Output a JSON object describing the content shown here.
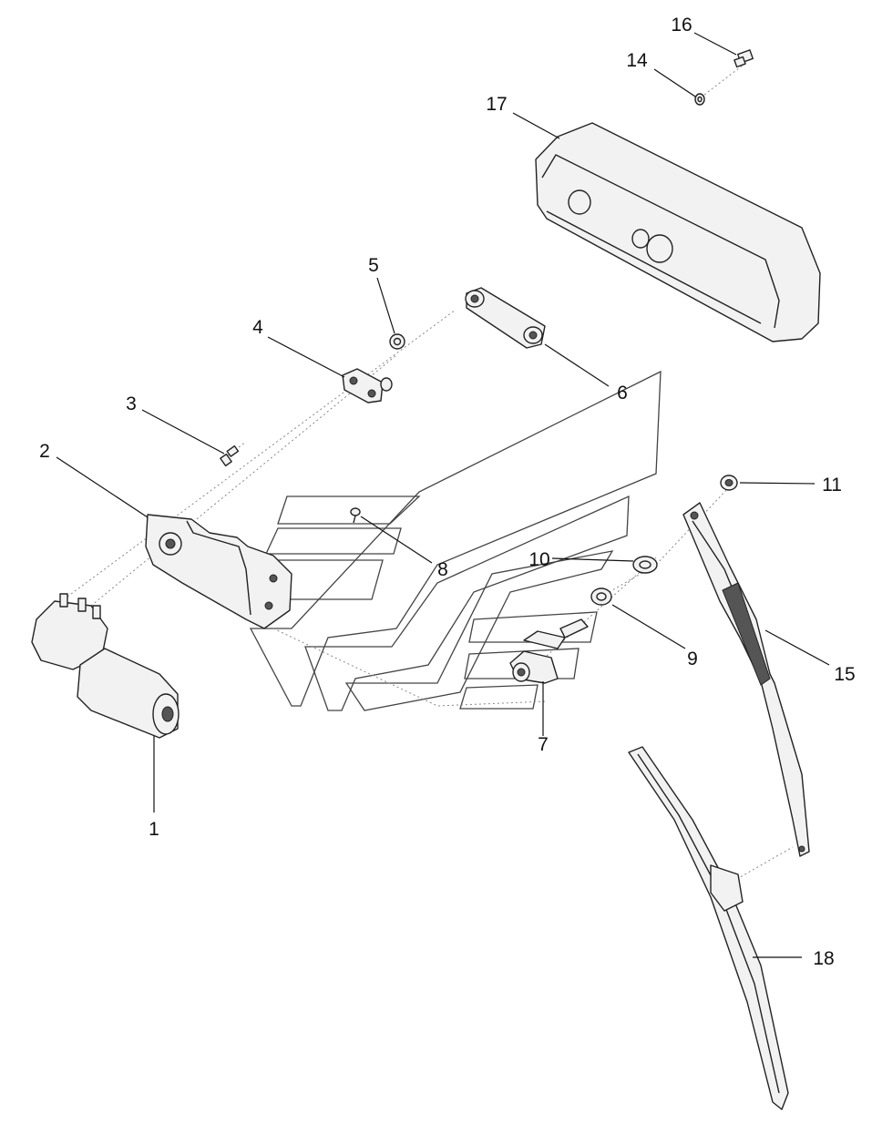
{
  "callouts": [
    {
      "id": "1",
      "label": "1"
    },
    {
      "id": "2",
      "label": "2"
    },
    {
      "id": "3",
      "label": "3"
    },
    {
      "id": "4",
      "label": "4"
    },
    {
      "id": "5",
      "label": "5"
    },
    {
      "id": "6",
      "label": "6"
    },
    {
      "id": "7",
      "label": "7"
    },
    {
      "id": "8",
      "label": "8"
    },
    {
      "id": "9",
      "label": "9"
    },
    {
      "id": "10",
      "label": "10"
    },
    {
      "id": "11",
      "label": "11"
    },
    {
      "id": "14",
      "label": "14"
    },
    {
      "id": "15",
      "label": "15"
    },
    {
      "id": "16",
      "label": "16"
    },
    {
      "id": "17",
      "label": "17"
    },
    {
      "id": "18",
      "label": "18"
    }
  ]
}
